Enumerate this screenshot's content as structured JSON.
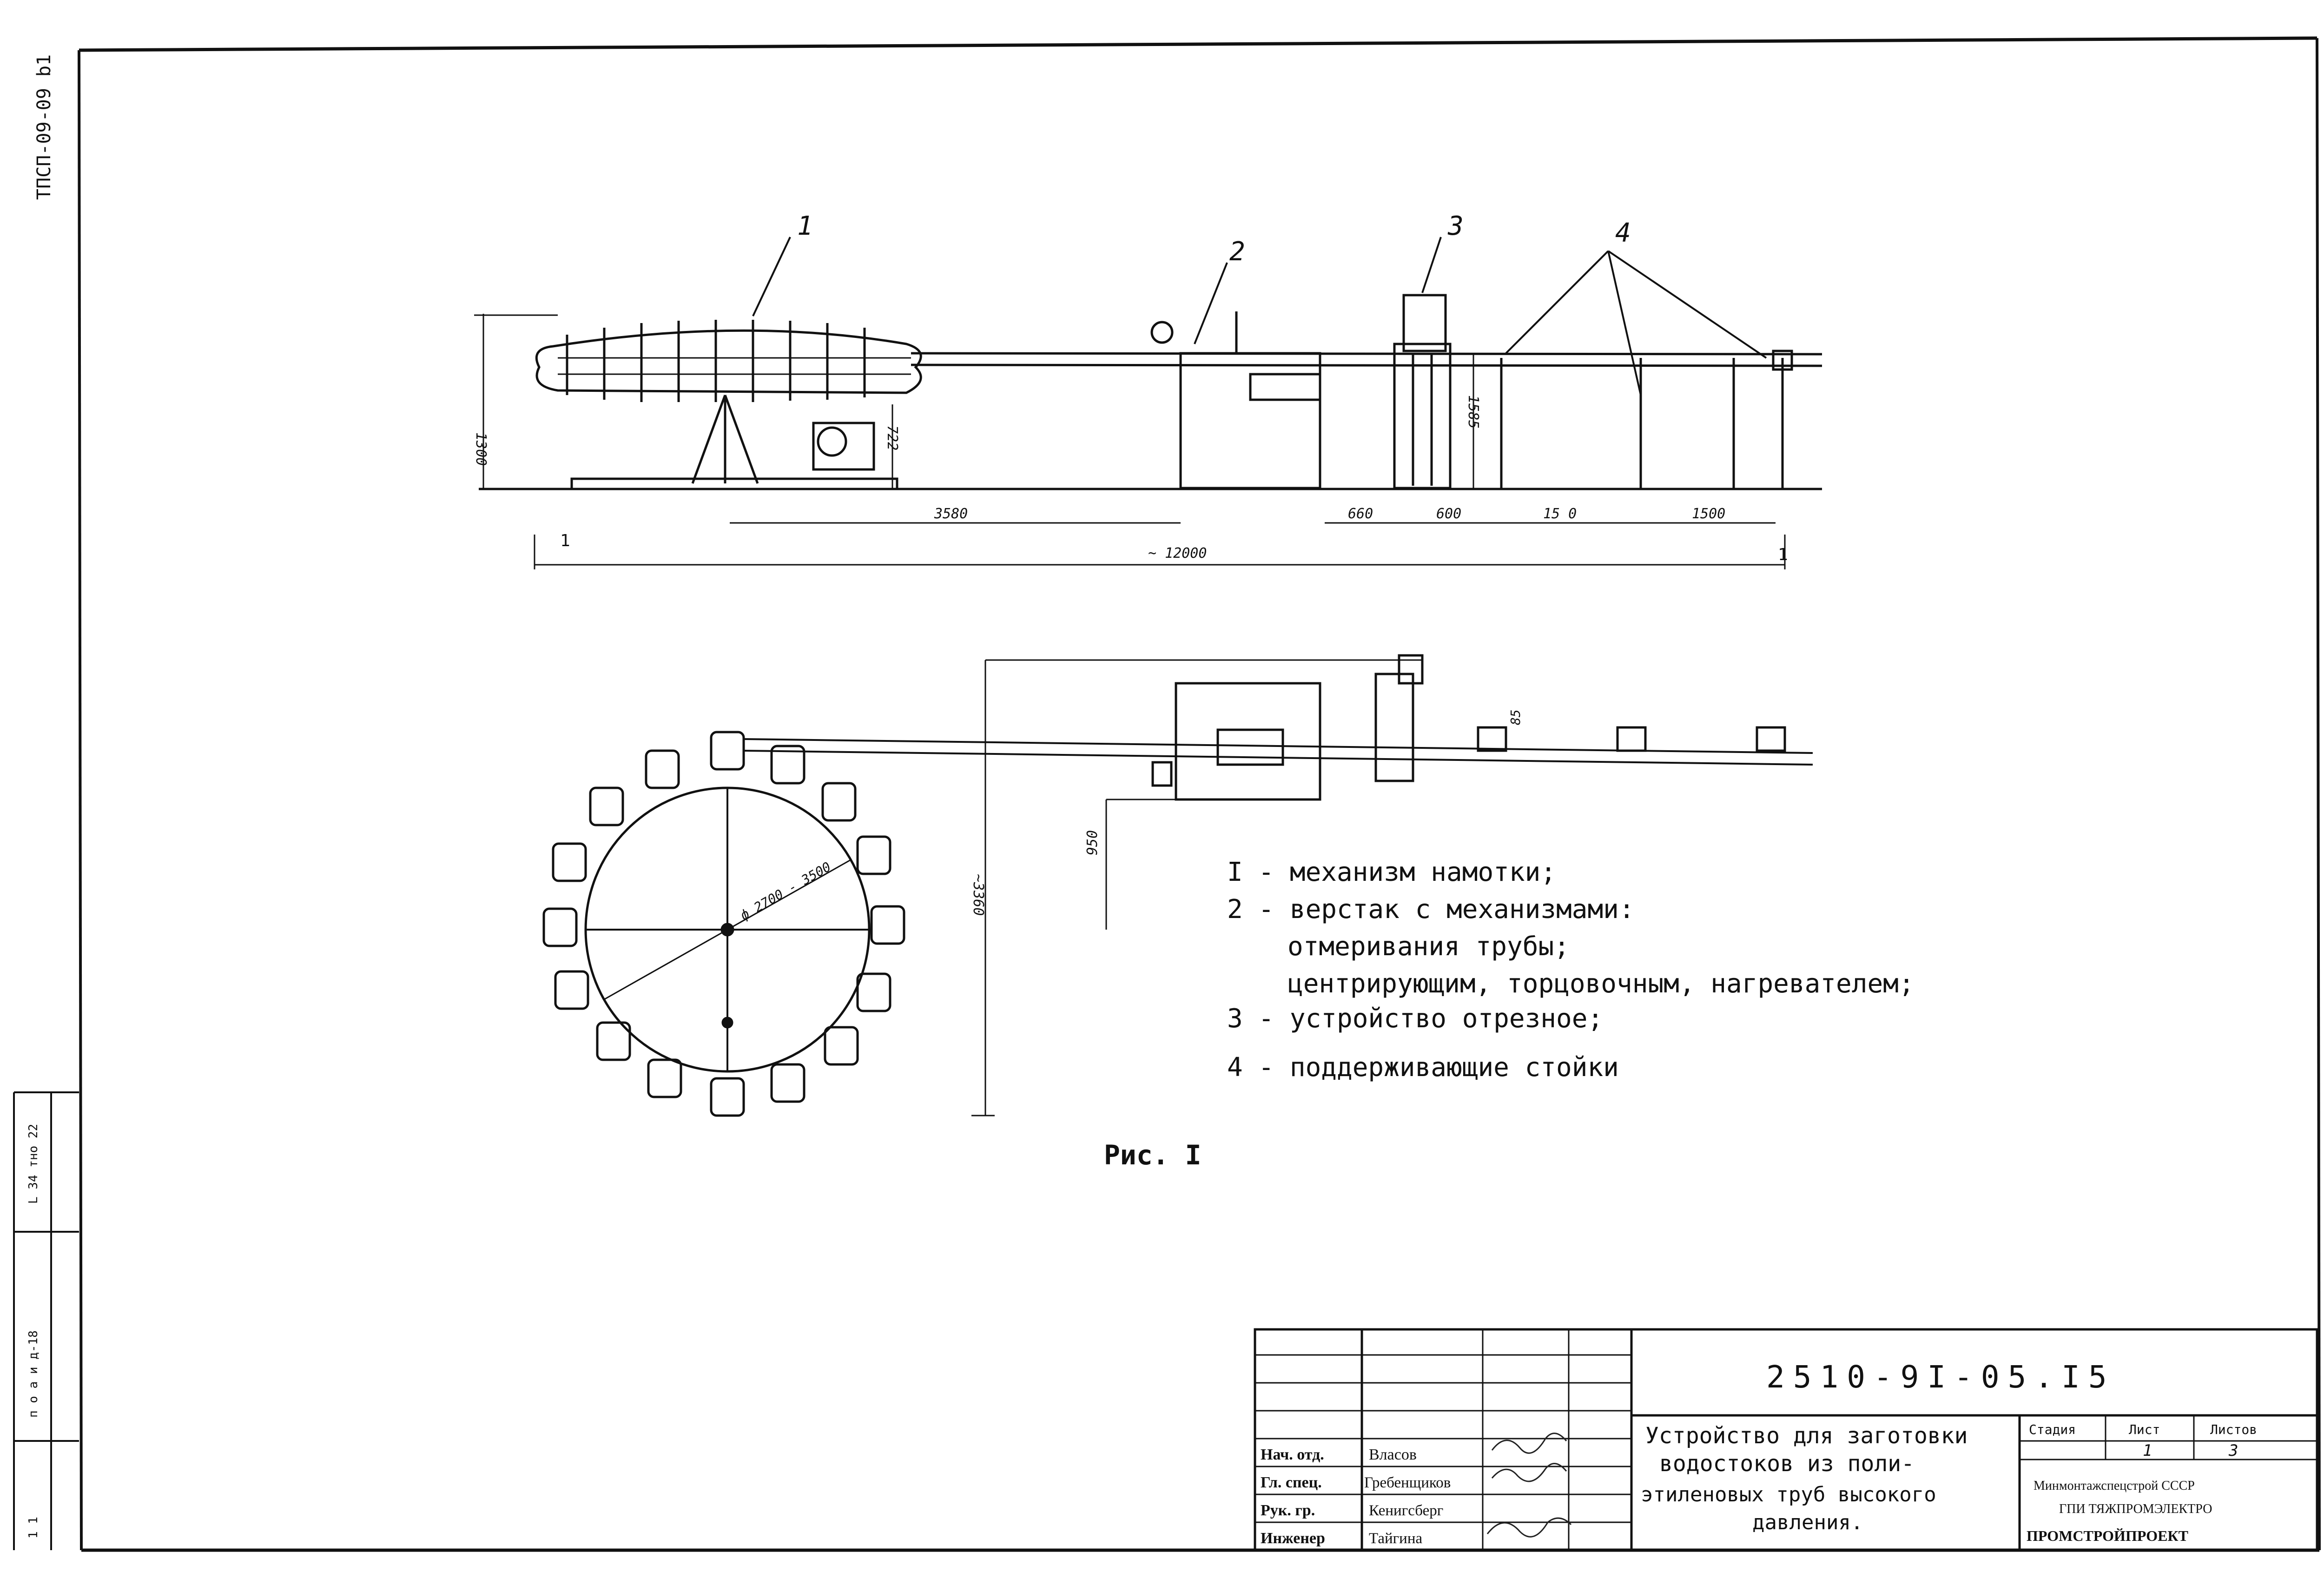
{
  "margin": {
    "code": "ТПСП-09-09 b1",
    "stamp_a": "L 34 тно 22",
    "stamp_b": "п о а и д-18",
    "stamp_c": "1 1"
  },
  "elevation": {
    "callouts": [
      "1",
      "2",
      "3",
      "4"
    ],
    "dims": {
      "height_total": "1300",
      "height_drive": "722",
      "height_cutter": "1585",
      "span_a": "3580",
      "span_b": "660",
      "span_c": "600",
      "span_d": "15 0",
      "span_e": "1500",
      "overall": "~ 12000"
    },
    "end_left": "1",
    "end_right": "1"
  },
  "plan": {
    "dims": {
      "diameter": "ф 2700 - 3500",
      "depth": "~3360",
      "offset": "950",
      "pitch": "85"
    }
  },
  "legend": {
    "items": [
      "I - механизм намотки;",
      "2 - верстак с механизмами:",
      "отмеривания трубы;",
      "центрирующим, торцовочным, нагревателем;",
      "3 - устройство отрезное;",
      "4 - поддерживающие стойки"
    ]
  },
  "figure_caption": "Рис. I",
  "title_block": {
    "doc_number": "2510-9I-05.I5",
    "title": [
      "Устройство для заготовки",
      "водостоков из поли-",
      "этиленовых труб высокого",
      "давления."
    ],
    "roles": [
      "Нач. отд.",
      "Гл. спец.",
      "Рук. гр.",
      "Инженер"
    ],
    "names": [
      "Власов",
      "Гребенщиков",
      "Кенигсберг",
      "Тайгина"
    ],
    "stage_head": "Стадия",
    "sheet_head": "Лист",
    "sheets_head": "Листов",
    "sheet_value": "1",
    "sheets_value": "3",
    "org_line1": "Минмонтажспецстрой СССР",
    "org_line2": "ГПИ ТЯЖПРОМЭЛЕКТРО",
    "org_line3": "ПРОМСТРОЙПРОЕКТ"
  }
}
